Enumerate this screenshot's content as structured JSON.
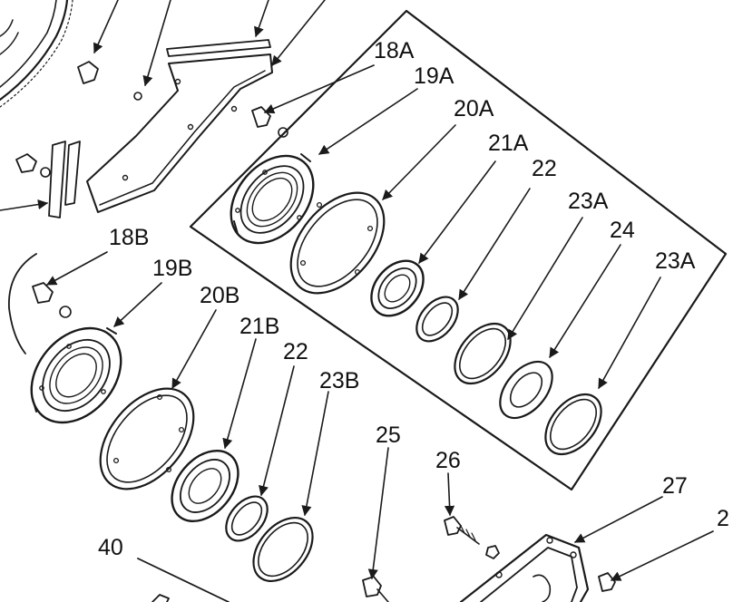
{
  "labels": {
    "l18a": "18A",
    "l19a": "19A",
    "l20a": "20A",
    "l21a": "21A",
    "l22a": "22",
    "l23a1": "23A",
    "l24": "24",
    "l23a2": "23A",
    "l18b": "18B",
    "l19b": "19B",
    "l20b": "20B",
    "l21b": "21B",
    "l22b": "22",
    "l23b": "23B",
    "l25": "25",
    "l26": "26",
    "l27": "27",
    "l40": "40",
    "l2x": "2"
  }
}
